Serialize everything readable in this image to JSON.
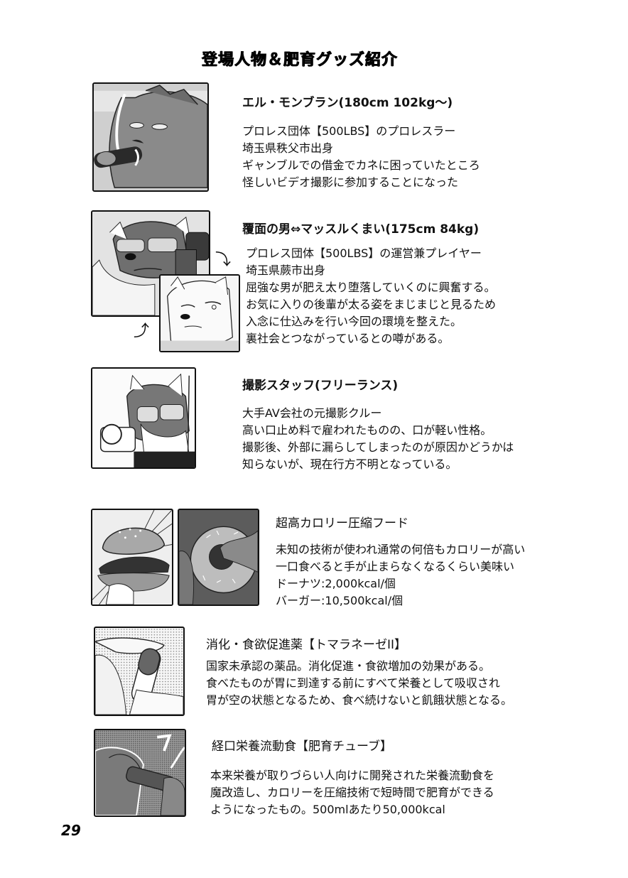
{
  "page": {
    "title": "登場人物＆肥育グッズ紹介",
    "page_number": "29"
  },
  "characters": [
    {
      "name": "エル・モンブラン(180cm 102kg〜)",
      "lines": [
        "プロレス団体【500LBS】のプロレスラー",
        "埼玉県秩父市出身",
        "ギャンブルでの借金でカネに困っていたところ",
        "怪しいビデオ撮影に参加することになった"
      ]
    },
    {
      "name": "覆面の男⇔マッスルくまい(175cm 84kg)",
      "lines": [
        "プロレス団体【500LBS】の運営兼プレイヤー",
        "埼玉県蕨市出身",
        "屈強な男が肥え太り堕落していくのに興奮する。",
        "お気に入りの後輩が太る姿をまじまじと見るため",
        "入念に仕込みを行い今回の環境を整えた。",
        "裏社会とつながっているとの噂がある。"
      ]
    },
    {
      "name": "撮影スタッフ(フリーランス)",
      "lines": [
        "大手AV会社の元撮影クルー",
        "高い口止め料で雇われたものの、口が軽い性格。",
        "撮影後、外部に漏らしてしまったのが原因かどうかは",
        "知らないが、現在行方不明となっている。"
      ]
    }
  ],
  "items": [
    {
      "name": "超高カロリー圧縮フード",
      "lines": [
        "未知の技術が使われ通常の何倍もカロリーが高い",
        "一口食べると手が止まらなくなるくらい美味い",
        "ドーナツ:2,000kcal/個",
        "バーガー:10,500kcal/個"
      ]
    },
    {
      "name": "消化・食欲促進薬【トマラネーゼII】",
      "lines": [
        "国家未承認の薬品。消化促進・食欲増加の効果がある。",
        "食べたものが胃に到達する前にすべて栄養として吸収され",
        "胃が空の状態となるため、食べ続けないと飢餓状態となる。"
      ]
    },
    {
      "name": "経口栄養流動食【肥育チューブ】",
      "lines": [
        "本来栄養が取りづらい人向けに開発された栄養流動食を",
        "魔改造し、カロリーを圧縮技術で短時間で肥育ができる",
        "ようになったもの。500mlあたり50,000kcal"
      ]
    }
  ],
  "arrows": {
    "down": "⤵",
    "up": "⤴"
  }
}
